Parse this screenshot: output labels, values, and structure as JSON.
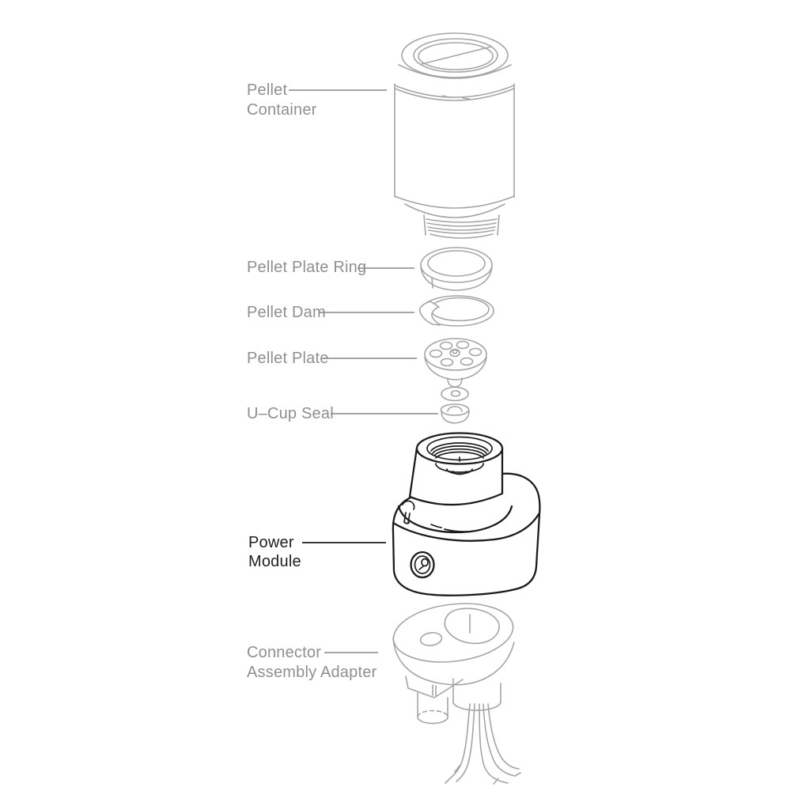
{
  "colors": {
    "label_gray": "#8d8f93",
    "label_dark": "#1f1f21",
    "line_gray": "#a4a5a7",
    "line_dark": "#1c1c1e",
    "leader_gray": "#97989b",
    "background": "#ffffff"
  },
  "labels": {
    "pellet_container": {
      "line1": "Pellet",
      "line2": "Container"
    },
    "pellet_plate_ring": {
      "line1": "Pellet Plate Ring"
    },
    "pellet_dam": {
      "line1": "Pellet Dam"
    },
    "pellet_plate": {
      "line1": "Pellet Plate"
    },
    "u_cup_seal": {
      "line1": "U–Cup Seal"
    },
    "power_module": {
      "line1": "Power",
      "line2": "Module"
    },
    "connector_assembly_adapter": {
      "line1": "Connector",
      "line2": "Assembly Adapter"
    }
  }
}
